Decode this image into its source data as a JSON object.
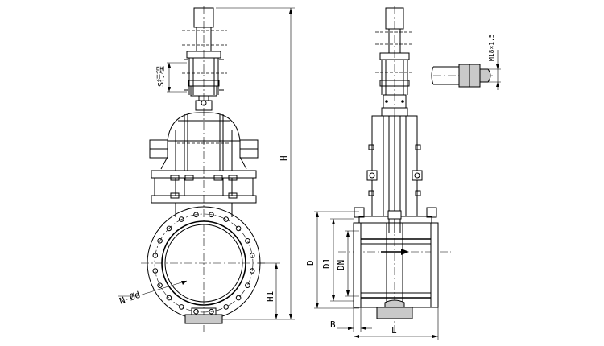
{
  "labels": {
    "H": "H",
    "H1": "H1",
    "D": "D",
    "D1": "D1",
    "DN": "DN",
    "B": "B",
    "L": "L",
    "bolts": "N-Ød",
    "stroke": "S行程",
    "thread": "M18×1.5"
  }
}
